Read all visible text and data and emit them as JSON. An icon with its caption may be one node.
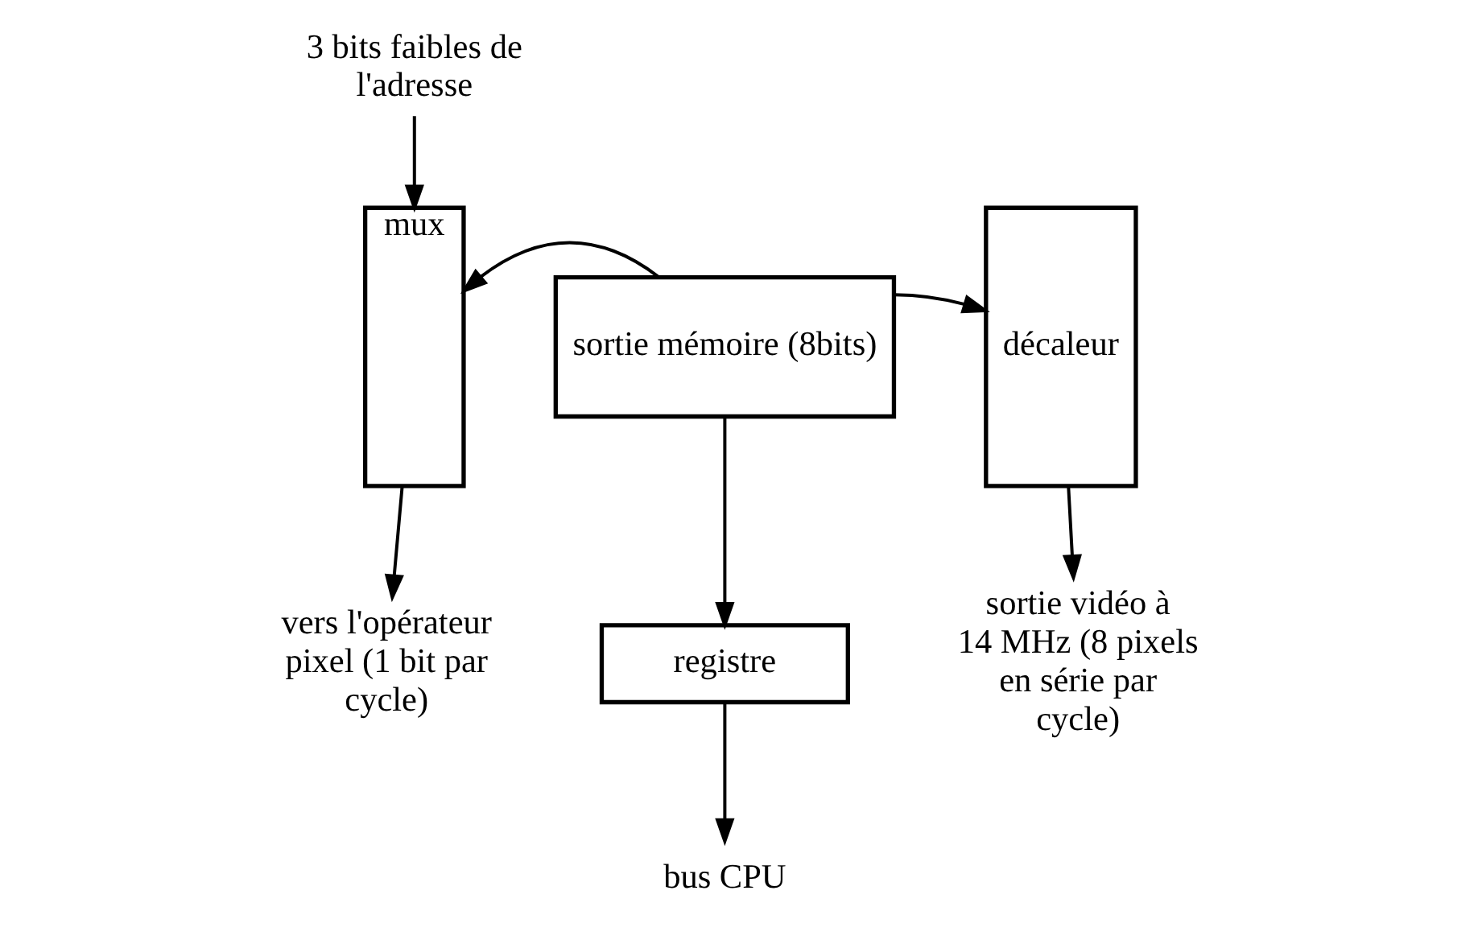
{
  "diagram": {
    "nodes": [
      {
        "text": [
          "3 bits faibles de l'adresse"
        ]
      },
      {
        "text": [
          "sortie mémoire (8bits)"
        ]
      },
      {
        "text": [
          "mux"
        ]
      },
      {
        "text": [
          "vers l'opérateur pixel (1 bit par cycle)"
        ]
      },
      {
        "text": [
          "décaleur"
        ]
      },
      {
        "text": [
          "registre"
        ]
      },
      {
        "text": [
          "sortie vidéo à 14 MHz (8 pixels en série par cycle)"
        ]
      },
      {
        "text": [
          "bus CPU"
        ]
      }
    ],
    "edges": [
      {
        "from": 0,
        "to": 2,
        "arrow": "to"
      },
      {
        "from": 1,
        "to": 2,
        "arrow": "to"
      },
      {
        "from": 1,
        "to": 4,
        "arrow": "to"
      },
      {
        "from": 1,
        "to": 5,
        "arrow": "to"
      },
      {
        "from": 2,
        "to": 3,
        "arrow": "to"
      },
      {
        "from": 4,
        "to": 6,
        "arrow": "to"
      },
      {
        "from": 5,
        "to": 7,
        "arrow": "to"
      }
    ]
  }
}
